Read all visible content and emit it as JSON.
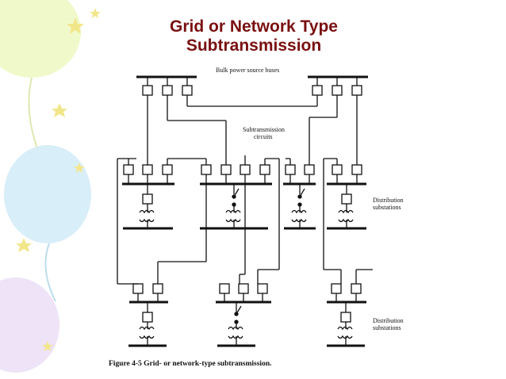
{
  "slide": {
    "title_line1": "Grid or Network Type",
    "title_line2": "Subtransmission",
    "title_color": "#7a1010"
  },
  "diagram": {
    "label_bulk": "Bulk power source buses",
    "label_subtrans_1": "Subtransmission",
    "label_subtrans_2": "circuits",
    "label_dist_1a": "Distribution",
    "label_dist_1b": "substations",
    "label_dist_2a": "Distribution",
    "label_dist_2b": "substations",
    "caption": "Figure 4-5  Grid- or network-type subtransmission."
  },
  "decoration": {
    "balloon_colors": [
      "#e8f7b8",
      "#cfe9f7",
      "#eadcf5"
    ]
  }
}
